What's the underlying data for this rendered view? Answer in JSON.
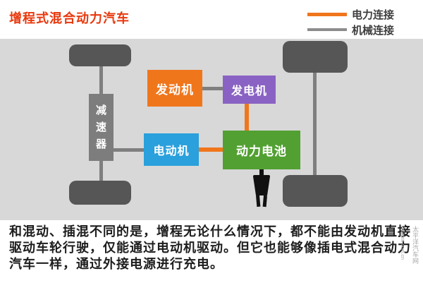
{
  "title": "增程式混合动力汽车",
  "legend": {
    "electric_label": "电力连接",
    "mechanical_label": "机械连接"
  },
  "diagram": {
    "reducer_label": "减速器",
    "engine_label": "发动机",
    "generator_label": "发电机",
    "motor_label": "电动机",
    "battery_label": "动力电池"
  },
  "description": "和混动、插混不同的是，增程无论什么情况下，都不能由发动机直接驱动车轮行驶，仅能通过电动机驱动。但它也能够像插电式混合动力汽车一样，通过外接电源进行充电。",
  "watermark": {
    "site_name": "太平洋汽车网",
    "site_url": "PCauto.com.cn"
  },
  "colors": {
    "title-red": "#e8380d",
    "electric-orange": "#f0761c",
    "mechanical-gray": "#8c8c8c",
    "engine-orange": "#f0761c",
    "generator-purple": "#8a62c3",
    "motor-blue": "#2aa0dc",
    "battery-green": "#52a032",
    "canvas-gray": "#d8d8d8",
    "wheel-gray": "#565656",
    "reducer-gray": "#7d7d7d"
  }
}
